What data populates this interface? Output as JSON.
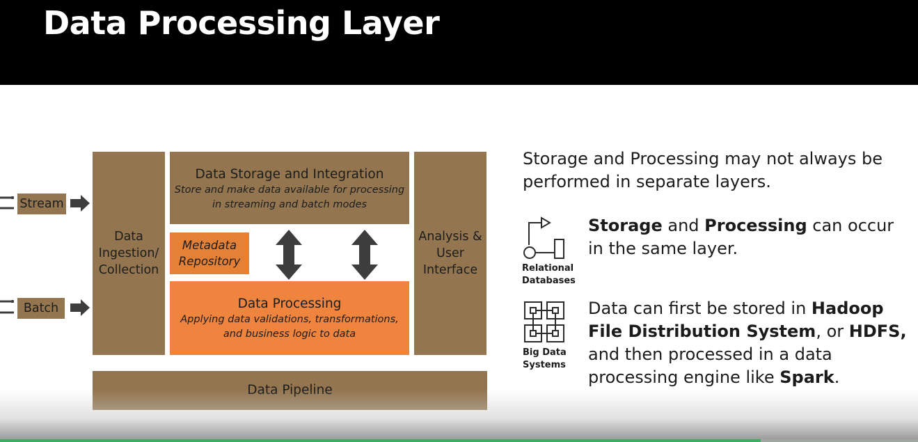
{
  "header": {
    "title": "Data Processing Layer"
  },
  "diagram": {
    "inputs": {
      "stream_label": "Stream",
      "batch_label": "Batch"
    },
    "ingestion": {
      "line1": "Data",
      "line2": "Ingestion/",
      "line3": "Collection"
    },
    "storage": {
      "title": "Data Storage and Integration",
      "sub_line1": "Store and make data available for processing",
      "sub_line2": "in streaming and batch modes"
    },
    "metadata": {
      "line1": "Metadata",
      "line2": "Repository"
    },
    "processing": {
      "title": "Data Processing",
      "sub_line1": "Applying data validations, transformations,",
      "sub_line2": "and business logic to data"
    },
    "analysis": {
      "line1": "Analysis &",
      "line2": "User",
      "line3": "Interface"
    },
    "pipeline": {
      "label": "Data Pipeline"
    },
    "colors": {
      "brown": "#937650",
      "orange": "#ee843e",
      "metadata_orange": "#e58136",
      "arrow": "#3d3d3d"
    }
  },
  "description": {
    "intro_line1": "Storage and Processing may not always be",
    "intro_line2": "performed in separate layers.",
    "point1": {
      "icon": "relational-database-icon",
      "icon_label_line1": "Relational",
      "icon_label_line2": "Databases",
      "bold_storage": "Storage",
      "and": " and ",
      "bold_processing": "Processing",
      "rest_line1": " can occur",
      "line2": "in the same layer."
    },
    "point2": {
      "icon": "big-data-icon",
      "icon_label_line1": "Big Data",
      "icon_label_line2": "Systems",
      "pre": "Data can first be stored in ",
      "bold_hadoop": "Hadoop",
      "bold_hdfs_full": "File Distribution System",
      "mid": ", or ",
      "bold_hdfs": "HDFS",
      "comma": ",",
      "line3": "and then processed in a data",
      "line4_pre": "processing engine like ",
      "bold_spark": "Spark",
      "period": "."
    }
  },
  "video": {
    "progress": 0.829,
    "progress_color": "#3eae63"
  }
}
